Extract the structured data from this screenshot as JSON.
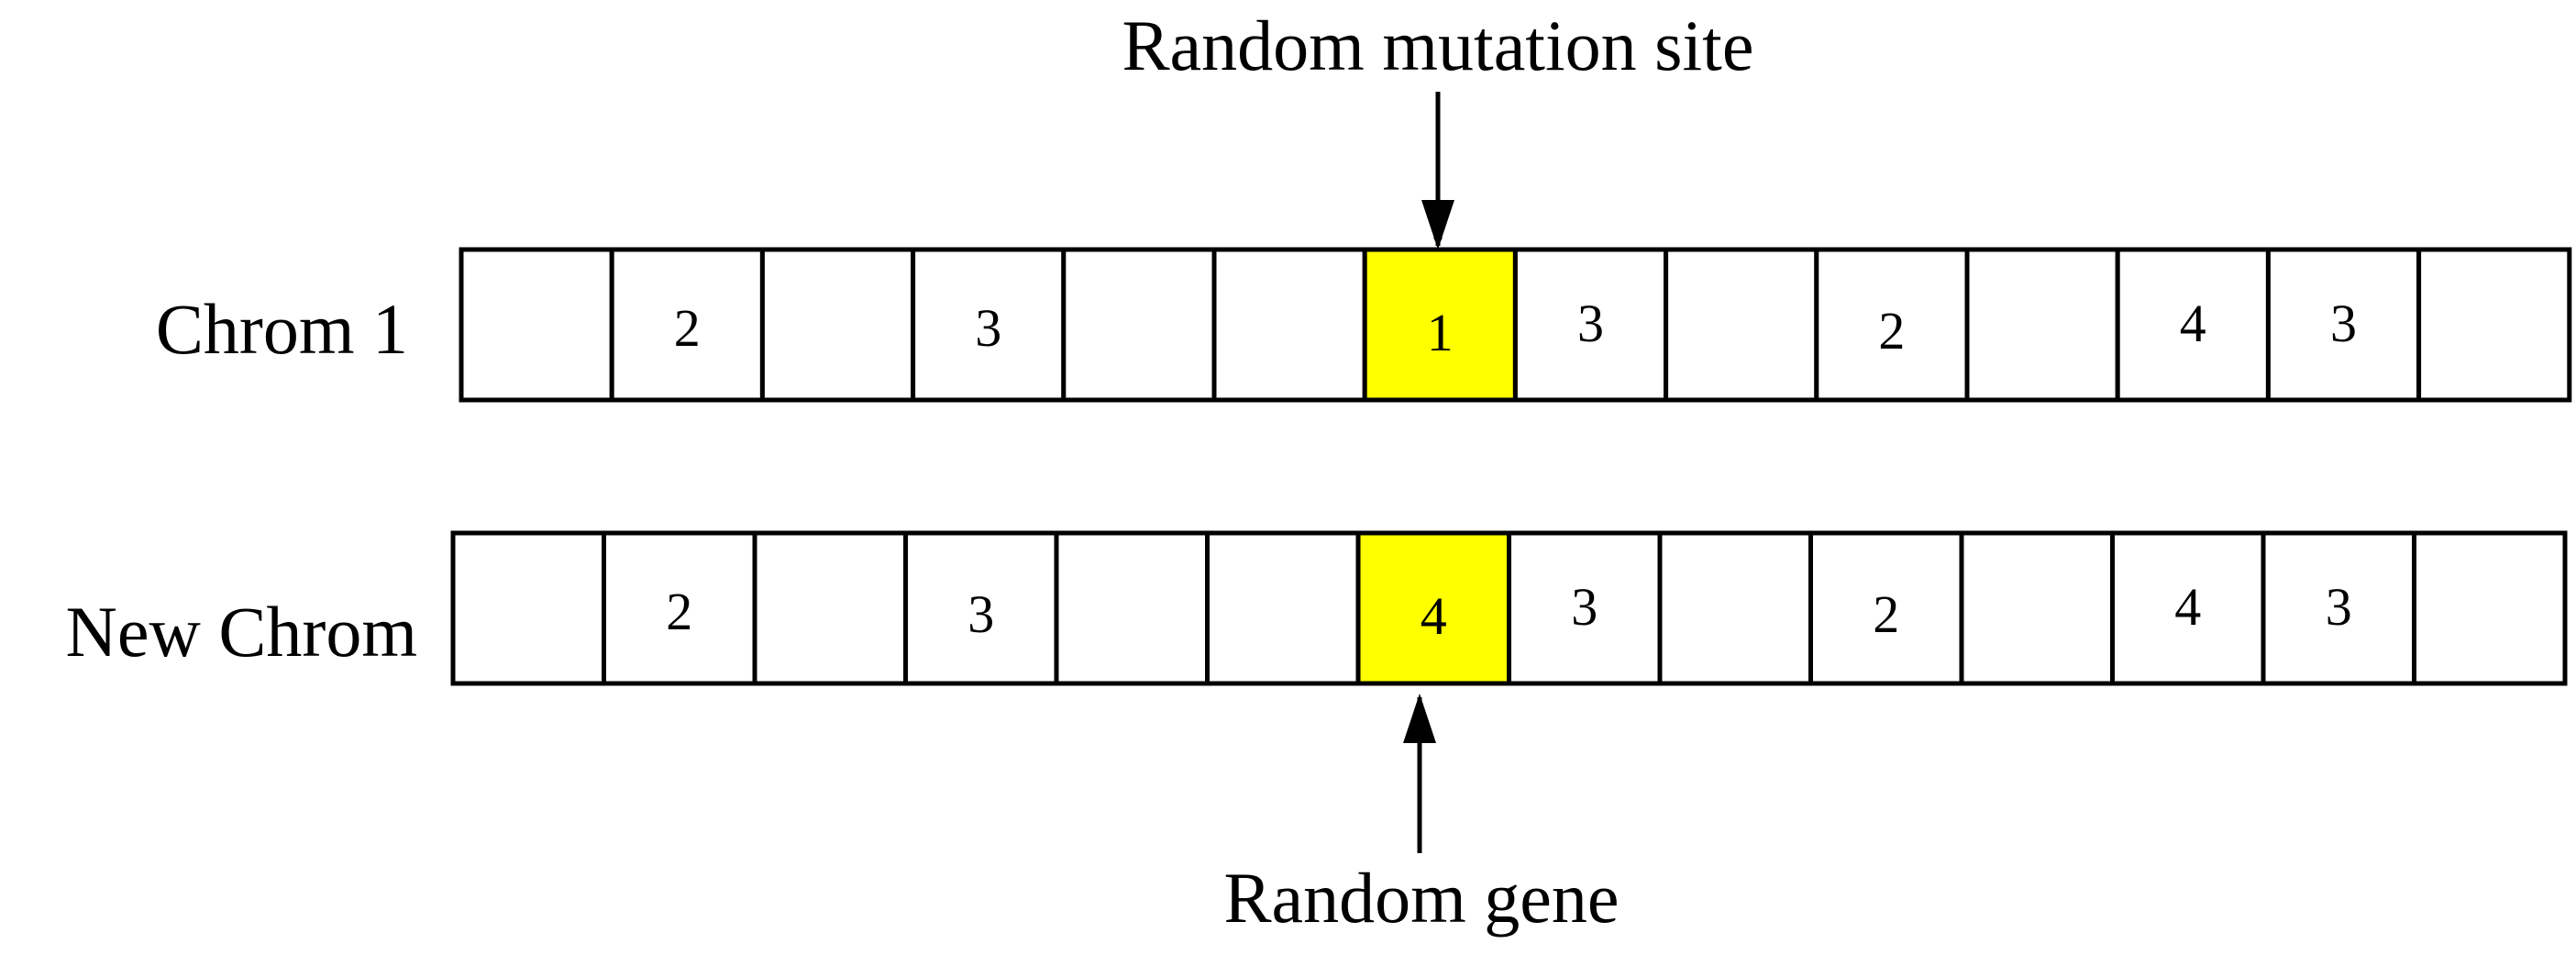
{
  "labels": {
    "top_annotation": "Random mutation site",
    "bottom_annotation": "Random gene",
    "row1_label": "Chrom 1",
    "row2_label": "New Chrom"
  },
  "rows": [
    {
      "name": "Chrom 1",
      "cells": [
        "",
        "2",
        "",
        "3",
        "",
        "",
        "1",
        "3",
        "",
        "2",
        "",
        "4",
        "3",
        ""
      ],
      "highlight_index": 6
    },
    {
      "name": "New Chrom",
      "cells": [
        "",
        "2",
        "",
        "3",
        "",
        "",
        "4",
        "3",
        "",
        "2",
        "",
        "4",
        "3",
        ""
      ],
      "highlight_index": 6
    }
  ],
  "colors": {
    "highlight": "#FFFF00",
    "stroke": "#000000",
    "background": "#FFFFFF"
  }
}
